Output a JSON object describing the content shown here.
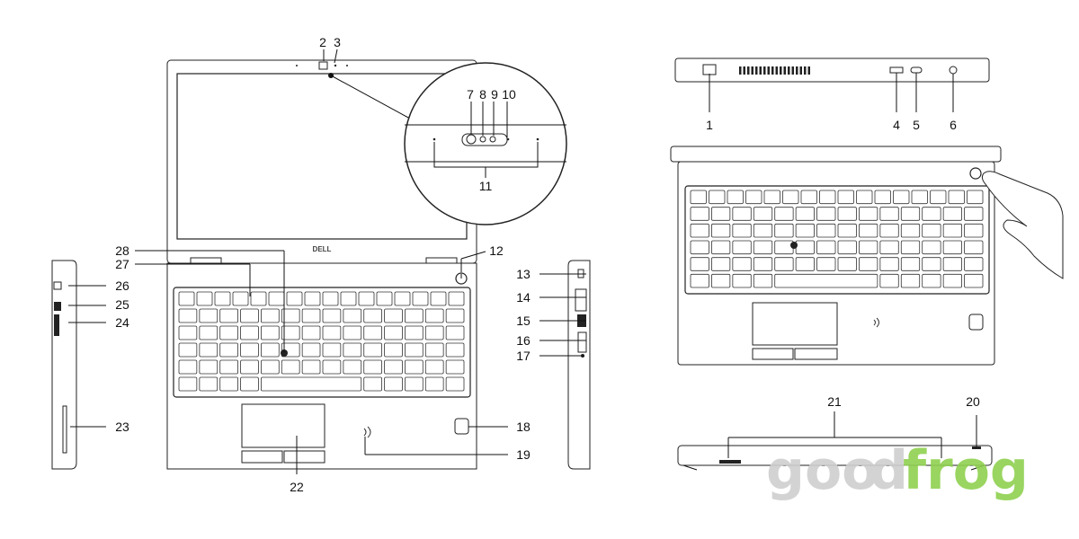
{
  "brand": "DELL",
  "watermark": {
    "text": "goodfrog",
    "color_gray": "#cfcfcf",
    "color_green": "#8fd14f"
  },
  "callouts": {
    "c1": "1",
    "c2": "2",
    "c3": "3",
    "c4": "4",
    "c5": "5",
    "c6": "6",
    "c7": "7",
    "c8": "8",
    "c9": "9",
    "c10": "10",
    "c11": "11",
    "c12": "12",
    "c13": "13",
    "c14": "14",
    "c15": "15",
    "c16": "16",
    "c17": "17",
    "c18": "18",
    "c19": "19",
    "c20": "20",
    "c21": "21",
    "c22": "22",
    "c23": "23",
    "c24": "24",
    "c25": "25",
    "c26": "26",
    "c27": "27",
    "c28": "28"
  }
}
